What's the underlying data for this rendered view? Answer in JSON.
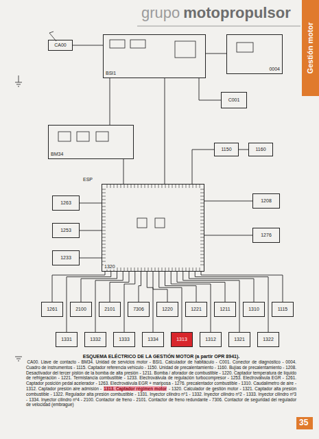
{
  "diagram": {
    "title": "ESQUEMA ELÉCTRICO DE LA GESTIÓN MOTOR (a partir OPR 8941).",
    "nodes": [
      {
        "text": [
          "CA00"
        ]
      },
      {
        "text": [
          "BSI1"
        ]
      },
      {
        "text": [
          "0004"
        ]
      },
      {
        "text": [
          "C001"
        ]
      },
      {
        "text": [
          "BM34"
        ]
      },
      {
        "text": [
          "1150"
        ]
      },
      {
        "text": [
          "1160"
        ]
      },
      {
        "text": [
          "1320"
        ]
      },
      {
        "text": [
          "1208"
        ]
      },
      {
        "text": [
          "1276"
        ]
      },
      {
        "text": [
          "1263"
        ]
      },
      {
        "text": [
          "1253"
        ]
      },
      {
        "text": [
          "1233"
        ]
      },
      {
        "text": [
          "1261"
        ]
      },
      {
        "text": [
          "2100"
        ]
      },
      {
        "text": [
          "2101"
        ]
      },
      {
        "text": [
          "7306"
        ]
      },
      {
        "text": [
          "1220"
        ]
      },
      {
        "text": [
          "1221"
        ]
      },
      {
        "text": [
          "1211"
        ]
      },
      {
        "text": [
          "1310"
        ]
      },
      {
        "text": [
          "1115"
        ]
      },
      {
        "text": [
          "1331"
        ]
      },
      {
        "text": [
          "1332"
        ]
      },
      {
        "text": [
          "1333"
        ]
      },
      {
        "text": [
          "1334"
        ]
      },
      {
        "text": [
          "1313"
        ]
      },
      {
        "text": [
          "1312"
        ]
      },
      {
        "text": [
          "1321"
        ]
      },
      {
        "text": [
          "1322"
        ]
      }
    ],
    "edges": [
      {
        "from": 0,
        "to": 1,
        "arrow": "none"
      },
      {
        "from": 1,
        "to": 2,
        "arrow": "none"
      },
      {
        "from": 3,
        "to": 1,
        "arrow": "none"
      },
      {
        "from": 1,
        "to": 4,
        "arrow": "none"
      },
      {
        "from": 4,
        "to": 7,
        "arrow": "none"
      },
      {
        "from": 1,
        "to": 7,
        "arrow": "none"
      },
      {
        "from": 7,
        "to": 5,
        "arrow": "none"
      },
      {
        "from": 5,
        "to": 6,
        "arrow": "none"
      },
      {
        "from": 7,
        "to": 8,
        "arrow": "none"
      },
      {
        "from": 7,
        "to": 9,
        "arrow": "none"
      },
      {
        "from": 7,
        "to": 10,
        "arrow": "none"
      },
      {
        "from": 7,
        "to": 11,
        "arrow": "none"
      },
      {
        "from": 7,
        "to": 12,
        "arrow": "none"
      },
      {
        "from": 7,
        "to": 13,
        "arrow": "none"
      },
      {
        "from": 7,
        "to": 14,
        "arrow": "none"
      },
      {
        "from": 7,
        "to": 15,
        "arrow": "none"
      },
      {
        "from": 7,
        "to": 16,
        "arrow": "none"
      },
      {
        "from": 7,
        "to": 17,
        "arrow": "none"
      },
      {
        "from": 7,
        "to": 18,
        "arrow": "none"
      },
      {
        "from": 7,
        "to": 19,
        "arrow": "none"
      },
      {
        "from": 7,
        "to": 20,
        "arrow": "none"
      },
      {
        "from": 7,
        "to": 21,
        "arrow": "none"
      },
      {
        "from": 7,
        "to": 22,
        "arrow": "none"
      },
      {
        "from": 7,
        "to": 23,
        "arrow": "none"
      },
      {
        "from": 7,
        "to": 24,
        "arrow": "none"
      },
      {
        "from": 7,
        "to": 25,
        "arrow": "none"
      },
      {
        "from": 7,
        "to": 26,
        "arrow": "none"
      },
      {
        "from": 7,
        "to": 27,
        "arrow": "none"
      },
      {
        "from": 7,
        "to": 28,
        "arrow": "none"
      },
      {
        "from": 7,
        "to": 29,
        "arrow": "none"
      }
    ],
    "labels": [
      "grupo",
      "motopropulsor",
      "Gestión motor",
      "ESP",
      "CA00. Llave de contacto - BM34. Unidad de servicios motor - BSI1. Calculador de habitáculo - C001. Conector de diagnóstico - 0004. Cuadro de instrumentos - 1115. Captador referencia vehículo - 1150. Unidad de precalentamiento - 1160. Bujías de precalentamiento - 1208. Desactivador del tercer pistón de la bomba de alta presión - 1211. Bomba / aforador de combustible - 1220. Captador temperatura de líquido de refrigeración - 1221. Termistancia combustible - 1233. Electroválvula de regulación turbocompresor - 1253. Electroválvula EGR - 1261. Captador posición pedal acelerador - 1263. Electroválvula EGR + mariposa - 1276. precalentador combustible - 1310. Caudalímetro de aire - 1312. Captador presión aire admisión -",
      "1313. Captador régimen motor",
      "- 1320. Calculador de gestión motor - 1321. Captador alta presión combustible - 1322. Regulador alta presión combustible - 1331. Inyector cilindro nº1 - 1332. Inyector cilindro nº2 - 1333. Inyector cilindro nº3 - 1334. Inyector cilindro nº4 - 2100. Contactor de freno - 2101. Contactor de freno redundante - 7306. Contactor de seguridad del regulador de velocidad (embrague)",
      "35"
    ]
  }
}
